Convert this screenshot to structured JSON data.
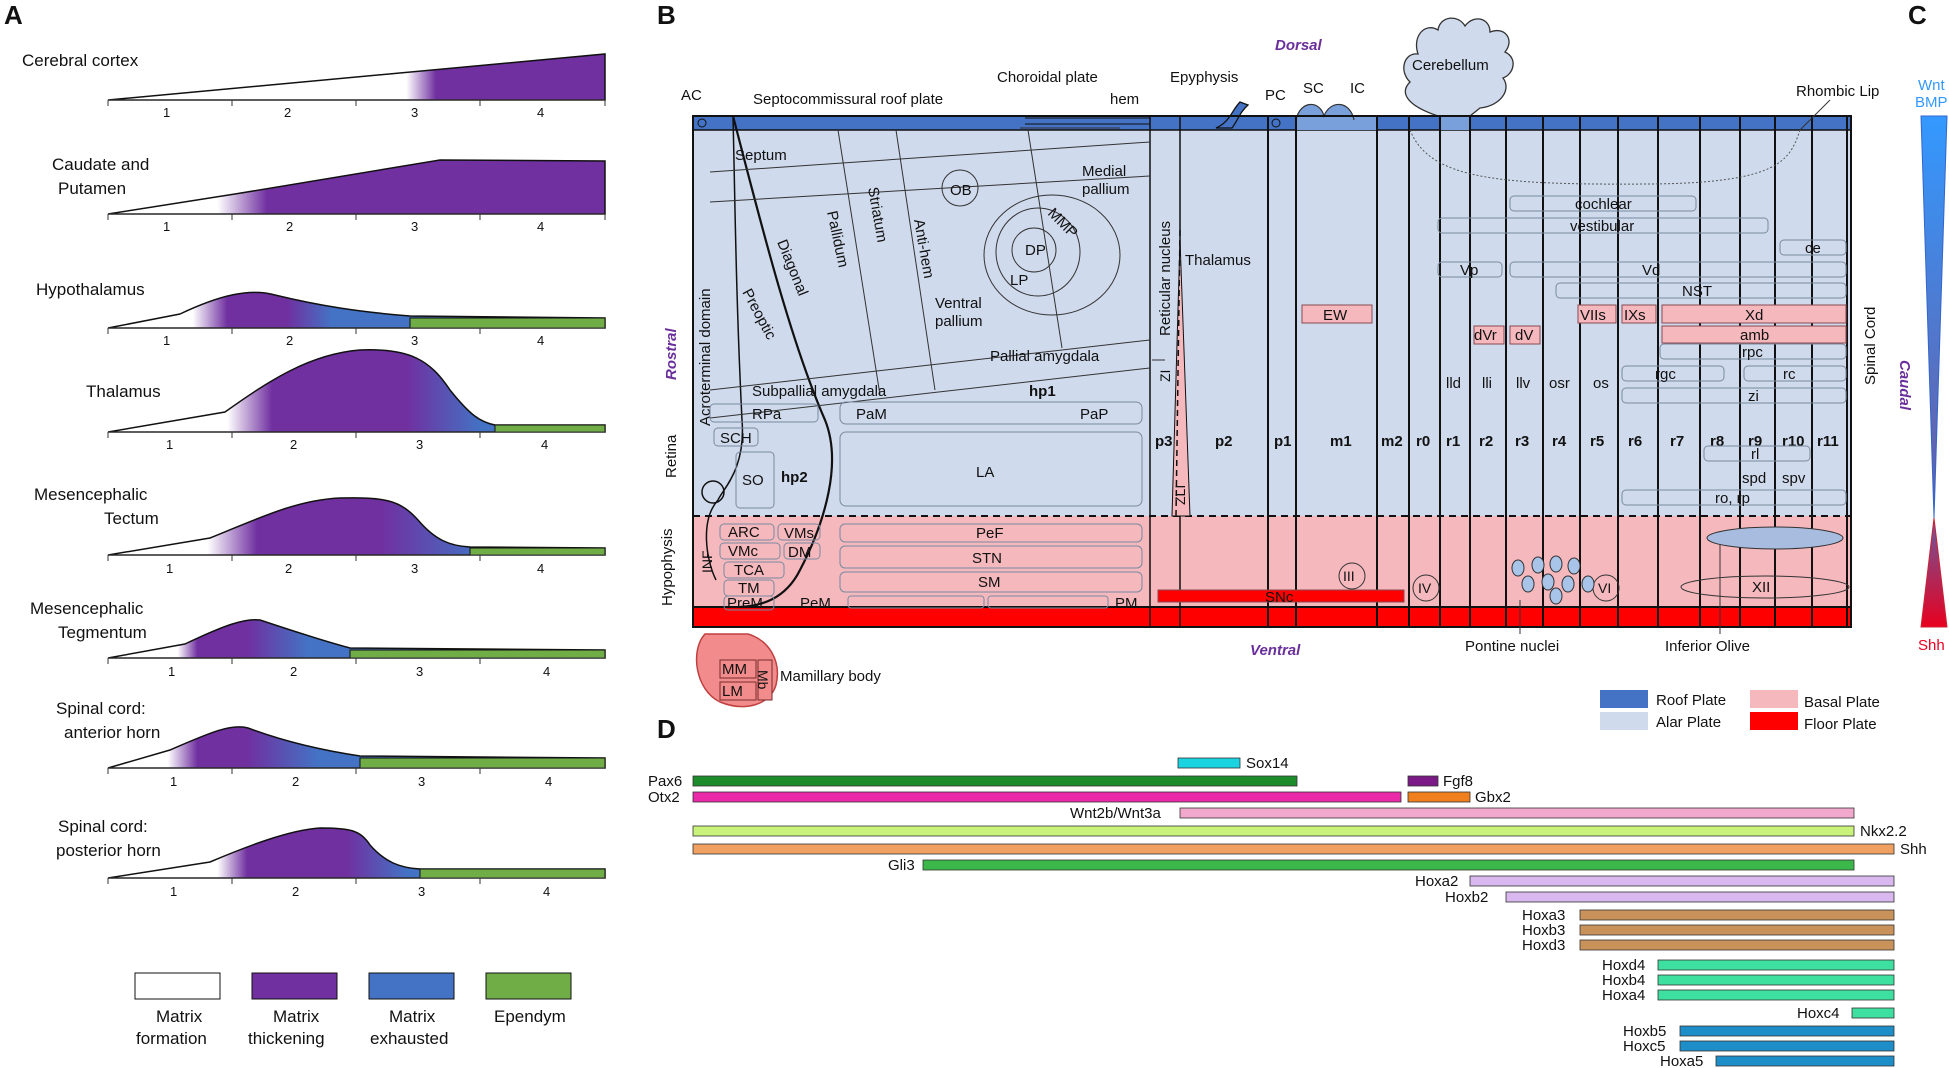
{
  "panels": {
    "a": "A",
    "b": "B",
    "c": "C",
    "d": "D"
  },
  "colors": {
    "white": "#ffffff",
    "purple": "#7030a0",
    "blue": "#4472c4",
    "green": "#70ad47",
    "roof": "#4472c4",
    "alar": "#cfdaec",
    "basal": "#f5b8bd",
    "floor": "#ff0000",
    "wnt": "#3399ff",
    "shh": "#e8001f"
  },
  "panelA": {
    "areas": [
      {
        "title": [
          "Cerebral cortex"
        ],
        "ticks": [
          "1",
          "2",
          "3",
          "4"
        ]
      },
      {
        "title": [
          "Caudate and",
          "Putamen"
        ],
        "ticks": [
          "1",
          "2",
          "3",
          "4"
        ]
      },
      {
        "title": [
          "Hypothalamus"
        ],
        "ticks": [
          "1",
          "2",
          "3",
          "4"
        ]
      },
      {
        "title": [
          "Thalamus"
        ],
        "ticks": [
          "1",
          "2",
          "3",
          "4"
        ]
      },
      {
        "title": [
          "Mesencephalic",
          "Tectum"
        ],
        "ticks": [
          "1",
          "2",
          "3",
          "4"
        ]
      },
      {
        "title": [
          "Mesencephalic",
          "Tegmentum"
        ],
        "ticks": [
          "1",
          "2",
          "3",
          "4"
        ]
      },
      {
        "title": [
          "Spinal cord:",
          "anterior horn"
        ],
        "ticks": [
          "1",
          "2",
          "3",
          "4"
        ]
      },
      {
        "title": [
          "Spinal cord:",
          "posterior horn"
        ],
        "ticks": [
          "1",
          "2",
          "3",
          "4"
        ]
      }
    ],
    "legend": [
      {
        "label": [
          "Matrix",
          "formation"
        ],
        "color": "#ffffff"
      },
      {
        "label": [
          "Matrix",
          "thickening"
        ],
        "color": "#7030a0"
      },
      {
        "label": [
          "Matrix",
          "exhausted"
        ],
        "color": "#4472c4"
      },
      {
        "label": [
          "Ependym",
          ""
        ],
        "color": "#70ad47"
      }
    ]
  },
  "panelB": {
    "top": {
      "ac": "AC",
      "septo": "Septocommissural roof plate",
      "choroidal": "Choroidal plate",
      "hem": "hem",
      "epiphysis": "Epyphysis",
      "dorsal": "Dorsal",
      "pc": "PC",
      "sc": "SC",
      "ic": "IC",
      "cerebellum": "Cerebellum",
      "rhombic": "Rhombic Lip"
    },
    "side": {
      "rostral": "Rostral",
      "caudal": "Caudal",
      "ventral": "Ventral",
      "retina": "Retina",
      "hypophysis": "Hypophysis",
      "mamillary": "Mamillary body"
    },
    "telen": {
      "septum": "Septum",
      "diagonal": "Diagonal",
      "preoptic": "Preoptic",
      "pallidum": "Pallidum",
      "striatum": "Striatum",
      "antihem": "Anti-hem",
      "ob": "OB",
      "ventral_pallium": [
        "Ventral",
        "pallium"
      ],
      "medial_pallium": [
        "Medial",
        "pallium"
      ],
      "dp": "DP",
      "lp": "LP",
      "mmp": "MMP",
      "subpallial": "Subpallial amygdala",
      "pallial": "Pallial amygdala",
      "acroterminal": "Acroterminal domain",
      "reticular": "Reticular nucleus",
      "zi": "ZI",
      "zli": "ZLI",
      "thalamus": "Thalamus"
    },
    "prosomeres": [
      "p3",
      "p2",
      "p1",
      "m1",
      "m2",
      "r0",
      "r1",
      "r2",
      "r3",
      "r4",
      "r5",
      "r6",
      "r7",
      "r8",
      "r9",
      "r10",
      "r11"
    ],
    "hp": [
      "hp1",
      "hp2"
    ],
    "alar_nuclei": {
      "rpa": "RPa",
      "sch": "SCH",
      "so": "SO",
      "pam": "PaM",
      "pap": "PaP",
      "la": "LA",
      "ew": "EW",
      "cochlear": "cochlear",
      "vestibular": "vestibular",
      "vp": "Vp",
      "vd": "Vd",
      "nst": "NST",
      "ce": "ce",
      "vii": "VIIs",
      "ix": "IXs",
      "xd": "Xd",
      "amb": "amb",
      "dvr": "dVr",
      "dv": "dV",
      "rpc": "rpc",
      "rgc": "rgc",
      "rc": "rc",
      "zi2": "zi",
      "lld": "lld",
      "lli": "lli",
      "llv": "llv",
      "osr": "osr",
      "os": "os",
      "rl": "rl",
      "spd": "spd",
      "spv": "spv",
      "rorp": "ro, rp",
      "spinal": "Spinal Cord"
    },
    "basal_nuclei": {
      "arc": "ARC",
      "vms": "VMs",
      "vmc": "VMc",
      "dm": "DM",
      "tca": "TCA",
      "tm": "TM",
      "prem": "PreM",
      "pem": "PeM",
      "pm": "PM",
      "pef": "PeF",
      "stn": "STN",
      "smn": "SM",
      "inf": "INF",
      "snc": "SNc",
      "iii": "III",
      "iv": "IV",
      "vi": "VI",
      "xii": "XII",
      "mm": "MM",
      "lm": "LM",
      "mb": "Mb",
      "pontine": "Pontine nuclei",
      "olive": "Inferior Olive"
    },
    "legend": [
      {
        "label": "Roof Plate",
        "color": "#4472c4"
      },
      {
        "label": "Basal Plate",
        "color": "#f5b8bd"
      },
      {
        "label": "Alar Plate",
        "color": "#cfdaec"
      },
      {
        "label": "Floor Plate",
        "color": "#ff0000"
      }
    ]
  },
  "panelC": {
    "top1": "Wnt",
    "top2": "BMP",
    "bottom": "Shh"
  },
  "panelD": {
    "genes": [
      {
        "name": "Sox14",
        "color": "#19d3e0"
      },
      {
        "name": "Pax6",
        "color": "#1e8c2a"
      },
      {
        "name": "Fgf8",
        "color": "#7b1a86"
      },
      {
        "name": "Otx2",
        "color": "#ea2aa8"
      },
      {
        "name": "Gbx2",
        "color": "#f0801e"
      },
      {
        "name": "Wnt2b/Wnt3a",
        "color": "#f2a8cc"
      },
      {
        "name": "Nkx2.2",
        "color": "#c9f27a"
      },
      {
        "name": "Shh",
        "color": "#f0a060"
      },
      {
        "name": "Gli3",
        "color": "#3cb84a"
      },
      {
        "name": "Hoxa2",
        "color": "#d8b8ee"
      },
      {
        "name": "Hoxb2",
        "color": "#d8b8ee"
      },
      {
        "name": "Hoxa3",
        "color": "#c8925a"
      },
      {
        "name": "Hoxb3",
        "color": "#c8925a"
      },
      {
        "name": "Hoxd3",
        "color": "#c8925a"
      },
      {
        "name": "Hoxd4",
        "color": "#3ee0a0"
      },
      {
        "name": "Hoxb4",
        "color": "#3ee0a0"
      },
      {
        "name": "Hoxa4",
        "color": "#3ee0a0"
      },
      {
        "name": "Hoxc4",
        "color": "#3ee0a0"
      },
      {
        "name": "Hoxb5",
        "color": "#1e8ec8"
      },
      {
        "name": "Hoxc5",
        "color": "#1e8ec8"
      },
      {
        "name": "Hoxa5",
        "color": "#1e8ec8"
      }
    ]
  }
}
